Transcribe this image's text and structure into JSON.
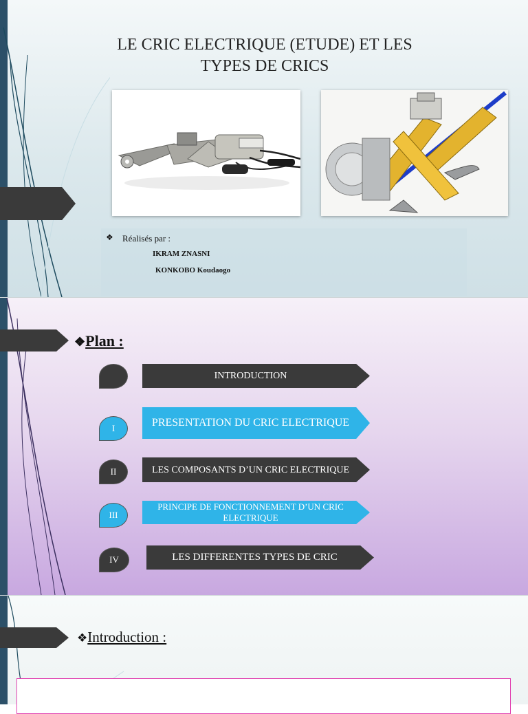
{
  "slide1": {
    "title_line1": "LE CRIC ELECTRIQUE (ETUDE) ET LES",
    "title_line2": "TYPES DE CRICS",
    "made_by_label": "Réalisés par :",
    "author1": "IKRAM ZNASNI",
    "author2": "KONKOBO Koudaogo",
    "bullet_icon": "diamond-bullet-icon"
  },
  "slide2": {
    "heading": "Plan :",
    "items": [
      {
        "num": "",
        "label": "INTRODUCTION",
        "style": "dark"
      },
      {
        "num": "I",
        "label": "PRESENTATION DU CRIC ELECTRIQUE",
        "style": "blue"
      },
      {
        "num": "II",
        "label": "LES COMPOSANTS D’UN CRIC ELECTRIQUE",
        "style": "dark"
      },
      {
        "num": "III",
        "label": "PRINCIPE DE FONCTIONNEMENT D’UN CRIC ELECTRIQUE",
        "style": "blue"
      },
      {
        "num": "IV",
        "label": "LES DIFFERENTES TYPES DE CRIC",
        "style": "dark"
      }
    ]
  },
  "slide3": {
    "heading": "Introduction :"
  },
  "colors": {
    "accent_blue": "#2fb4e8",
    "dark_banner": "#3a3a3a",
    "left_bar": "#2c5068",
    "pink_border": "#e040b0"
  }
}
